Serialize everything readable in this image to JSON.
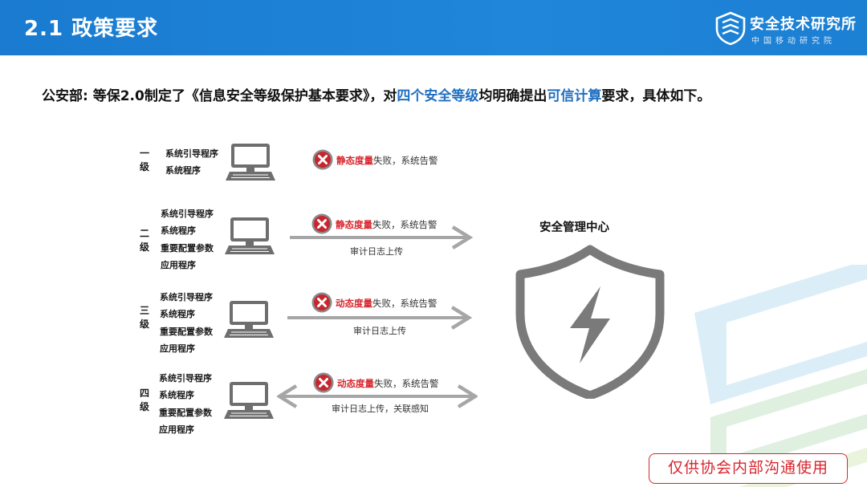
{
  "header": {
    "title": "2.1 政策要求",
    "logo_name": "安全技术研究所",
    "logo_sub": "中国移动研究院"
  },
  "intro": {
    "part1": "公安部: 等保2.0制定了《信息安全等级保护基本要求》，对",
    "highlight1": "四个安全等级",
    "part2": "均明确提出",
    "highlight2": "可信计算",
    "part3": "要求，具体如下。"
  },
  "levels": [
    {
      "label": "一级",
      "items": [
        "系统引导程序",
        "系统程序"
      ],
      "alert_red": "静态度量",
      "alert_text": "失败，系统告警"
    },
    {
      "label": "二级",
      "items": [
        "系统引导程序",
        "系统程序",
        "重要配置参数",
        "应用程序"
      ],
      "alert_red": "静态度量",
      "alert_text": "失败，系统告警",
      "caption": "审计日志上传"
    },
    {
      "label": "三级",
      "items": [
        "系统引导程序",
        "系统程序",
        "重要配置参数",
        "应用程序"
      ],
      "alert_red": "动态度量",
      "alert_text": "失败，系统告警",
      "caption": "审计日志上传"
    },
    {
      "label": "四级",
      "items": [
        "系统引导程序",
        "系统程序",
        "重要配置参数",
        "应用程序"
      ],
      "alert_red": "动态度量",
      "alert_text": "失败，系统告警",
      "caption": "审计日志上传，关联感知"
    }
  ],
  "center": {
    "title": "安全管理中心"
  },
  "notice": "仅供协会内部沟通使用",
  "colors": {
    "header_bg": "#1f86d9",
    "highlight": "#1f6fc1",
    "alert_red": "#d8262d",
    "arrow_gray": "#a6a6a6",
    "shield_gray": "#7a7a7a"
  },
  "icons": [
    "logo-shield-icon",
    "computer-icon",
    "error-x-icon",
    "arrow-right-icon",
    "arrow-both-icon",
    "lightning-shield-icon"
  ]
}
